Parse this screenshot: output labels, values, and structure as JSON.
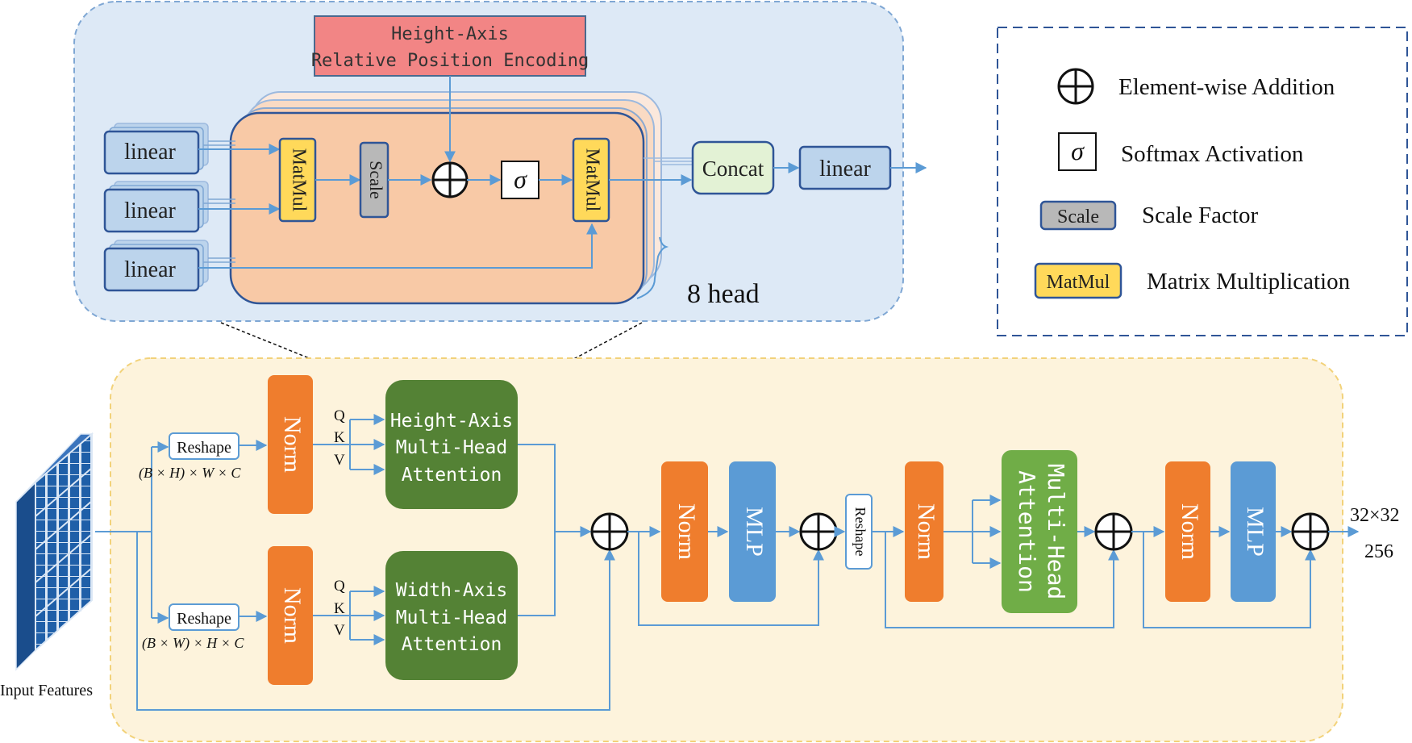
{
  "encoding": {
    "line1": "Height-Axis",
    "line2": "Relative Position Encoding"
  },
  "top": {
    "linear": "linear",
    "matmul": "MatMul",
    "scale": "Scale",
    "sigma": "σ",
    "concat": "Concat",
    "heads": "8 head"
  },
  "legend": {
    "addition": "Element-wise Addition",
    "softmax_symbol": "σ",
    "softmax": "Softmax Activation",
    "scale_box": "Scale",
    "scale": "Scale Factor",
    "matmul_box": "MatMul",
    "matmul": "Matrix Multiplication"
  },
  "bottom": {
    "reshape": "Reshape",
    "reshape_h_dims": "(B × H) × W × C",
    "reshape_w_dims": "(B × W) × H × C",
    "norm": "Norm",
    "q": "Q",
    "k": "K",
    "v": "V",
    "height_attn": [
      "Height-Axis",
      "Multi-Head",
      "Attention"
    ],
    "width_attn": [
      "Width-Axis",
      "Multi-Head",
      "Attention"
    ],
    "mlp": "MLP",
    "mha": [
      "Multi-Head",
      "Attention"
    ],
    "input_label": "Input Features",
    "output_size": "32×32",
    "output_channels": "256"
  },
  "colors": {
    "top_panel": "#dde9f6",
    "bottom_panel": "#fdf3dc",
    "encoding": "#f28585",
    "orange_head": "#f8c9a6",
    "linear": "#bcd4ec",
    "matmul": "#ffd95a",
    "scale": "#b8b8b8",
    "concat": "#e3f2d5",
    "norm": "#ef7d2d",
    "attn_dark": "#548235",
    "attn_light": "#70ad47",
    "mlp": "#5b9bd5",
    "arrow": "#5b9bd5"
  }
}
